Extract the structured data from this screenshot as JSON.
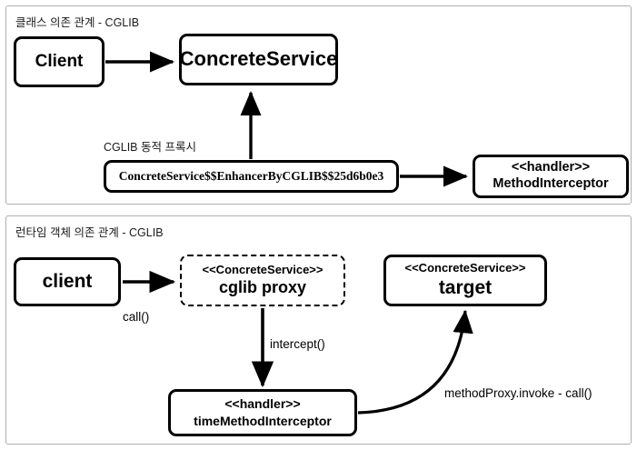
{
  "panels": [
    {
      "id": "class-dependency-cglib",
      "title": "클래스 의존 관계 - CGLIB",
      "nodes": {
        "client": "Client",
        "concrete_service": "ConcreteService",
        "enhancer": "ConcreteService$$EnhancerByCGLIB$$25d6b0e3",
        "handler_l1": "<<handler>>",
        "handler_l2": "MethodInterceptor"
      },
      "labels": {
        "cglib_proxy": "CGLIB 동적 프록시"
      }
    },
    {
      "id": "runtime-object-dependency-cglib",
      "title": "런타임 객체 의존 관계 - CGLIB",
      "nodes": {
        "client": "client",
        "proxy_l1": "<<ConcreteService>>",
        "proxy_l2": "cglib proxy",
        "target_l1": "<<ConcreteService>>",
        "target_l2": "target",
        "interceptor_l1": "<<handler>>",
        "interceptor_l2": "timeMethodInterceptor"
      },
      "labels": {
        "call": "call()",
        "intercept": "intercept()",
        "method_proxy_invoke": "methodProxy.invoke - call()"
      }
    }
  ],
  "colors": {
    "panel_border": "#aeaeae",
    "node_border": "#000000",
    "background": "#ffffff",
    "text": "#000000"
  }
}
